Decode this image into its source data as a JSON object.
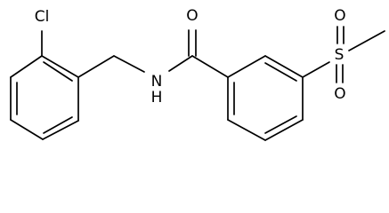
{
  "molecule": {
    "atoms": {
      "cl": "Cl",
      "o_carbonyl": "O",
      "s": "S",
      "o_sulfonyl_1": "O",
      "o_sulfonyl_2": "O",
      "nh": "N",
      "h": "H"
    }
  }
}
